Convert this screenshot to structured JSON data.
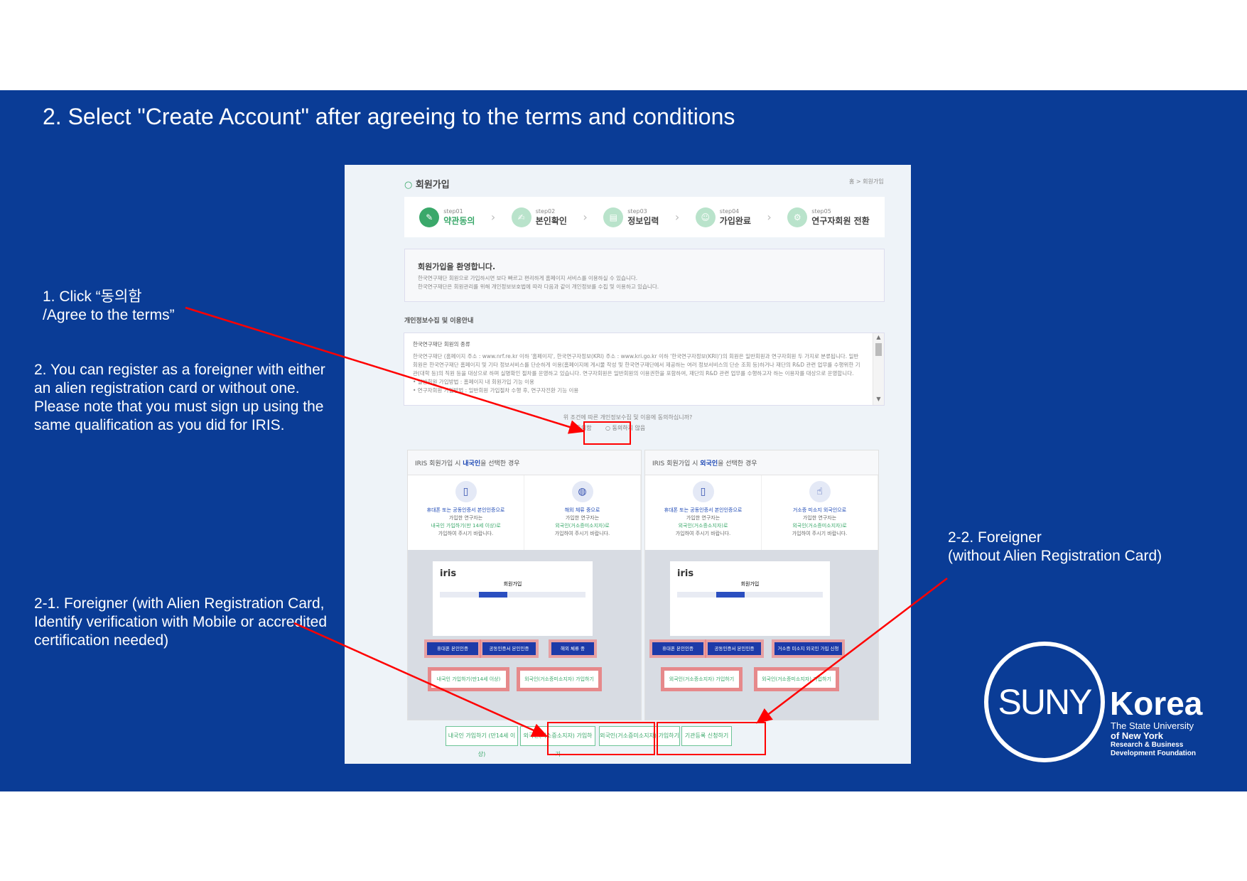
{
  "title": "2. Select \"Create Account\" after agreeing to the terms and conditions",
  "notes": {
    "n1": "1. Click “동의함\n/Agree to the terms”",
    "n2": "2. You can register as a foreigner with either an alien registration card or without one. Please note that you must sign up using the same qualification as you did for IRIS.",
    "n21": "2-1. Foreigner (with Alien Registration Card, Identify verification with Mobile or accredited certification needed)",
    "n22": "2-2. Foreigner\n(without Alien Registration Card)"
  },
  "page": {
    "heading": "회원가입",
    "breadcrumb": "홈 > 회원가입",
    "steps": [
      {
        "num": "step01",
        "label": "약관동의"
      },
      {
        "num": "step02",
        "label": "본인확인"
      },
      {
        "num": "step03",
        "label": "정보입력"
      },
      {
        "num": "step04",
        "label": "가입완료"
      },
      {
        "num": "step05",
        "label": "연구자회원 전환"
      }
    ],
    "welcome_title": "회원가입을 환영합니다.",
    "welcome_l1": "한국연구재단 회원으로 가입하시면 보다 빠르고 편리하게 홈페이지 서비스를 이용하실 수 있습니다.",
    "welcome_l2": "한국연구재단은 회원관리를 위해 개인정보보호법에 따라 다음과 같이 개인정보를 수집 및 이용하고 있습니다.",
    "privacy_title": "개인정보수집 및 이용안내",
    "terms_title": "한국연구재단 회원의 종류",
    "terms_body": "한국연구재단 (홈페이지 주소 : www.nrf.re.kr 이하 '홈페이지', 한국연구자정보(KRI) 주소 : www.kri.go.kr 이하 '한국연구자정보(KRI)')의 회원은 일반회원과 연구자회원 두 가지로 분류됩니다. 일반회원은 한국연구재단 홈페이지 및 기타 정보서비스를 단순하게 이용(홈페이지에 게시물 작성 및 한국연구재단에서 제공하는 여러 정보서비스의 단순 조회 등)하거나 재단의 R&D 관련 업무를 수행위한 기관(대학 등)의 직원 등을 대상으로 하며 실명확인 절차를 운영하고 있습니다. 연구자회원은 일반회원의 이용권한을 포함하여, 재단의 R&D 관련 업무를 수행하고자 하는 이용자를 대상으로 운영합니다.",
    "terms_b1": "• 일반회원 가입방법 : 홈페이지 내 회원가입 기능 이용",
    "terms_b2": "• 연구자회원 가입방법 : 일반회원 가입절차 수행 후, 연구자전환 기능 이용",
    "question": "위 조건에 따른 개인정보수집 및 이용에 동의하십니까?",
    "agree": "동의함",
    "disagree": "동의하지 않음",
    "left_panel": {
      "pre": "IRIS 회원가입 시 ",
      "hl": "내국인",
      "post": "을 선택한 경우",
      "cards": [
        {
          "l1": "휴대폰 또는 공동인증서 본인인증으로",
          "l2": "가입한 연구자는",
          "l3": "내국인 가입하기(만 14세 이상)로",
          "l4": "가입하여 주시기 바랍니다."
        },
        {
          "l1": "해외 체류 중으로",
          "l2": "가입한 연구자는",
          "l3": "외국인(거소증미소지자)로",
          "l4": "가입하여 주시기 바랍니다."
        }
      ],
      "mini_title": "회원가입",
      "blue": [
        "휴대폰 본인인증",
        "공동인증서 본인인증",
        "해외 체류 중"
      ],
      "green": [
        "내국인 가입하기(만14세 이상)",
        "외국인(거소증미소지자) 가입하기"
      ]
    },
    "right_panel": {
      "pre": "IRIS 회원가입 시 ",
      "hl": "외국인",
      "post": "을 선택한 경우",
      "cards": [
        {
          "l1": "휴대폰 또는 공동인증서 본인인증으로",
          "l2": "가입한 연구자는",
          "l3": "외국인(거소증소지자)로",
          "l4": "가입하여 주시기 바랍니다."
        },
        {
          "l1": "거소증 미소지 외국인으로",
          "l2": "가입한 연구자는",
          "l3": "외국인(거소증미소지자)로",
          "l4": "가입하여 주시기 바랍니다."
        }
      ],
      "mini_title": "회원가입",
      "blue": [
        "휴대폰 본인인증",
        "공동인증서 본인인증",
        "거소증 미소지 외국인 가입 신청"
      ],
      "green": [
        "외국인(거소증소지자) 가입하기",
        "외국인(거소증미소지자) 가입하기"
      ]
    },
    "iris": "iris",
    "buttons": [
      "내국인 가입하기 (만14세 이상)",
      "외국인(거소증소지자) 가입하기",
      "외국인(거소증미소지자) 가입하기",
      "기관등록 신청하기"
    ]
  },
  "logo": {
    "ring": "SUNY",
    "name": "Korea",
    "l1": "The State University",
    "l2": "of New York",
    "l3": "Research & Business",
    "l4": "Development Foundation"
  },
  "colors": {
    "band": "#0a3c96",
    "accent": "#3aa86a",
    "arrow": "#ff0000"
  }
}
